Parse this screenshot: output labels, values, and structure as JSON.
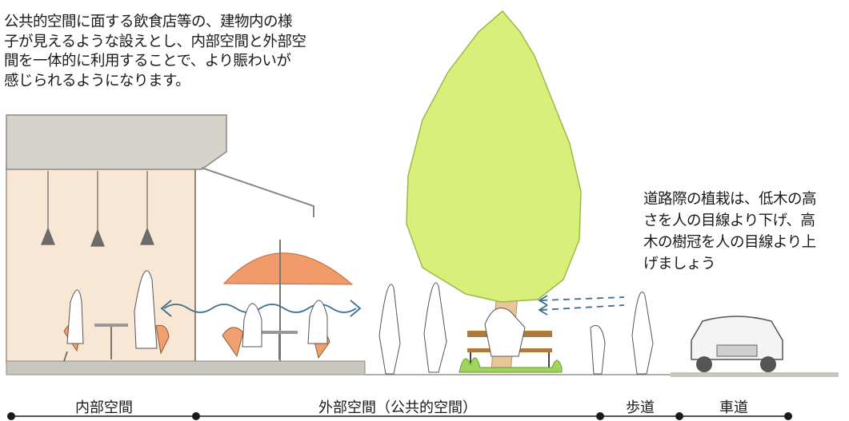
{
  "captions": {
    "main": "公共的空間に面する飲食店等の、建物内の様\n子が見えるような設えとし、内部空間と外部空\n間を一体的に利用することで、より賑わいが\n感じられるようになります。",
    "side": "道路際の植栽は、低木の高\nさを人の目線より下げ、高\n木の樹冠を人の目線より上\nげましょう"
  },
  "segments": [
    {
      "label": "内部空間"
    },
    {
      "label": "外部空間（公共的空間）"
    },
    {
      "label": "歩道"
    },
    {
      "label": "車道"
    }
  ],
  "colors": {
    "interior_wall": "#f7e7d4",
    "roof": "#d6d2cc",
    "floor": "#c9c5bf",
    "foliage": "#d8f07a",
    "trunk": "#e9c69a",
    "umbrella": "#f19a6a",
    "chair": "#f0a06e",
    "wave": "#3b6f8c"
  }
}
